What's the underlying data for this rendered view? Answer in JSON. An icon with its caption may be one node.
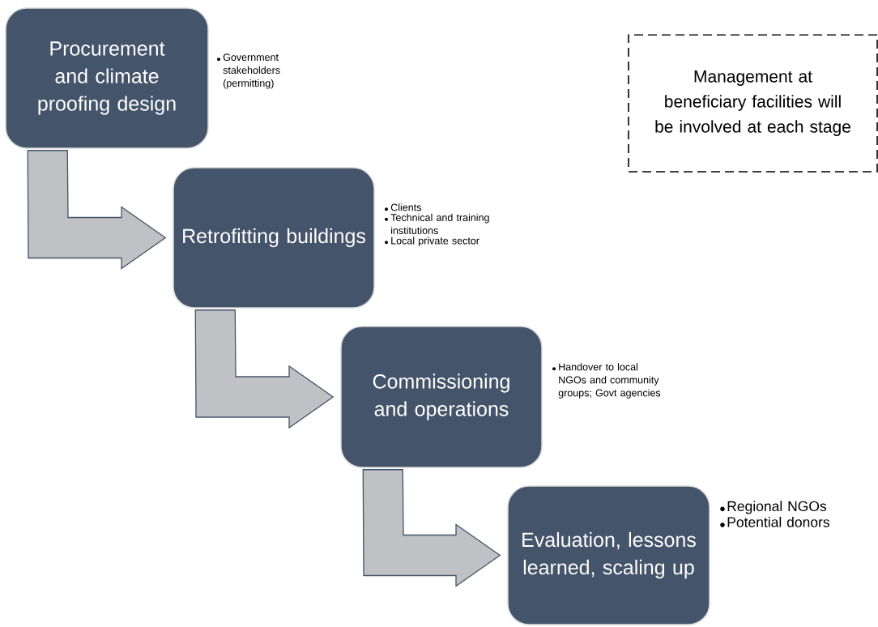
{
  "diagram": {
    "nodes": [
      {
        "text": [
          "Procurement and climate proofing design"
        ],
        "beside": [
          "Government stakeholders (permitting)"
        ]
      },
      {
        "text": [
          "Retrofitting buildings"
        ],
        "beside": [
          "Clients",
          "Technical and training institutions",
          "Local private sector"
        ]
      },
      {
        "text": [
          "Commissioning and operations"
        ],
        "beside": [
          "Handover to local NGOs and community groups; Govt agencies"
        ]
      },
      {
        "text": [
          "Evaluation, lessons learned, scaling up"
        ],
        "beside": [
          "Regional NGOs",
          "Potential donors"
        ]
      },
      {
        "text": [
          "Management at beneficiary facilities will be involved at each stage"
        ]
      }
    ],
    "edges": [
      {
        "from": 0,
        "to": 1,
        "arrow": "to"
      },
      {
        "from": 1,
        "to": 2,
        "arrow": "to"
      },
      {
        "from": 2,
        "to": 3,
        "arrow": "to"
      }
    ]
  }
}
